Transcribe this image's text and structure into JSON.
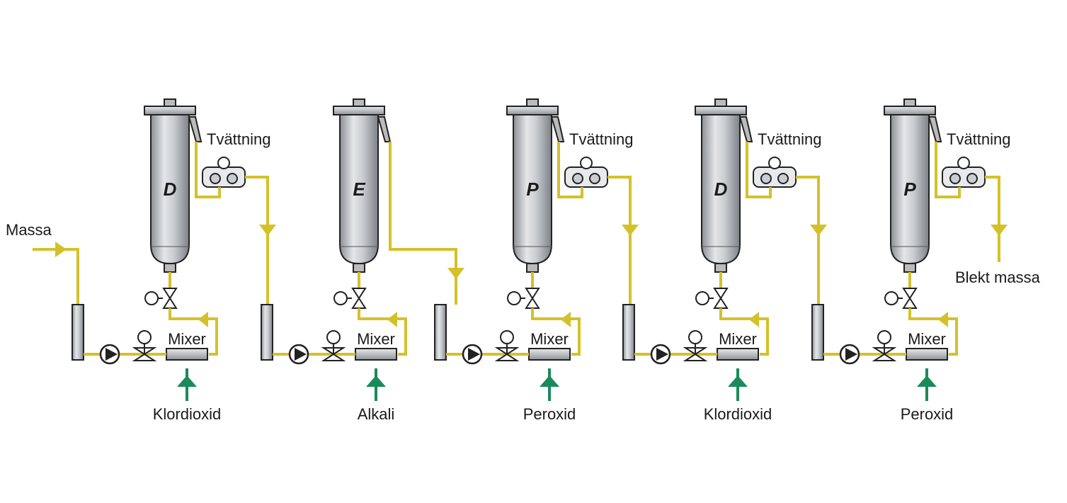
{
  "colors": {
    "pulp_line": "#d4c12a",
    "chemical_line": "#1a8a5a",
    "equipment_outline": "#222222",
    "tower_metal": "#b8bcc2"
  },
  "inlet_label": "Massa",
  "outlet_label": "Blekt massa",
  "stages": [
    {
      "tower": "D",
      "mixer_label": "Mixer",
      "chemical": "Klordioxid",
      "washer_label": "Tvättning",
      "has_washer": true
    },
    {
      "tower": "E",
      "mixer_label": "Mixer",
      "chemical": "Alkali",
      "washer_label": "",
      "has_washer": false
    },
    {
      "tower": "P",
      "mixer_label": "Mixer",
      "chemical": "Peroxid",
      "washer_label": "Tvättning",
      "has_washer": true
    },
    {
      "tower": "D",
      "mixer_label": "Mixer",
      "chemical": "Klordioxid",
      "washer_label": "Tvättning",
      "has_washer": true
    },
    {
      "tower": "P",
      "mixer_label": "Mixer",
      "chemical": "Peroxid",
      "washer_label": "Tvättning",
      "has_washer": true
    }
  ]
}
